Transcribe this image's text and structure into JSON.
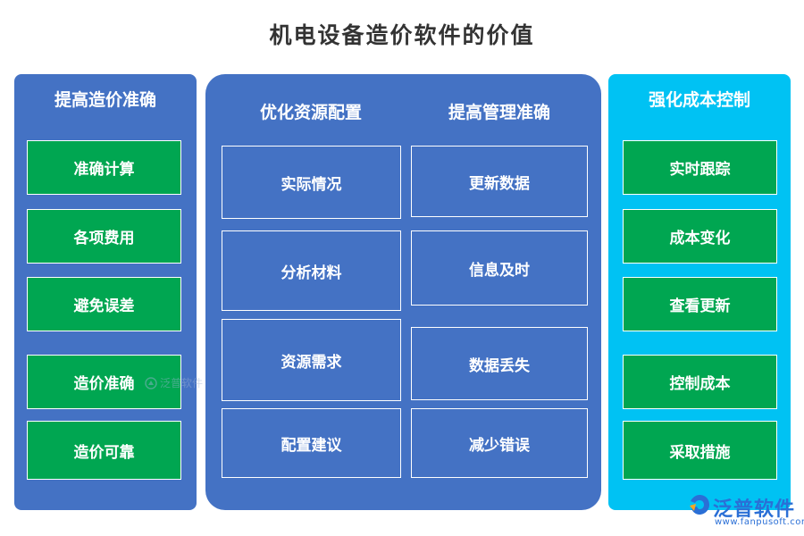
{
  "title": "机电设备造价软件的价值",
  "left": {
    "heading": "提高造价准确",
    "items": [
      "准确计算",
      "各项费用",
      "避免误差",
      "造价准确",
      "造价可靠"
    ]
  },
  "middle": {
    "col1_heading": "优化资源配置",
    "col1_items": [
      "实际情况",
      "分析材料",
      "资源需求",
      "配置建议"
    ],
    "col2_heading": "提高管理准确",
    "col2_items": [
      "更新数据",
      "信息及时",
      "数据丢失",
      "减少错误"
    ]
  },
  "right": {
    "heading": "强化成本控制",
    "items": [
      "实时跟踪",
      "成本变化",
      "查看更新",
      "控制成本",
      "采取措施"
    ]
  },
  "watermark": {
    "text": "泛普软件"
  },
  "logo": {
    "text": "泛普软件",
    "url": "www.fanpusoft.com"
  },
  "colors": {
    "blue_panel": "#4472c4",
    "cyan_panel": "#00c2f3",
    "green_box": "#00a651",
    "logo_blue": "#2a6fd6"
  }
}
